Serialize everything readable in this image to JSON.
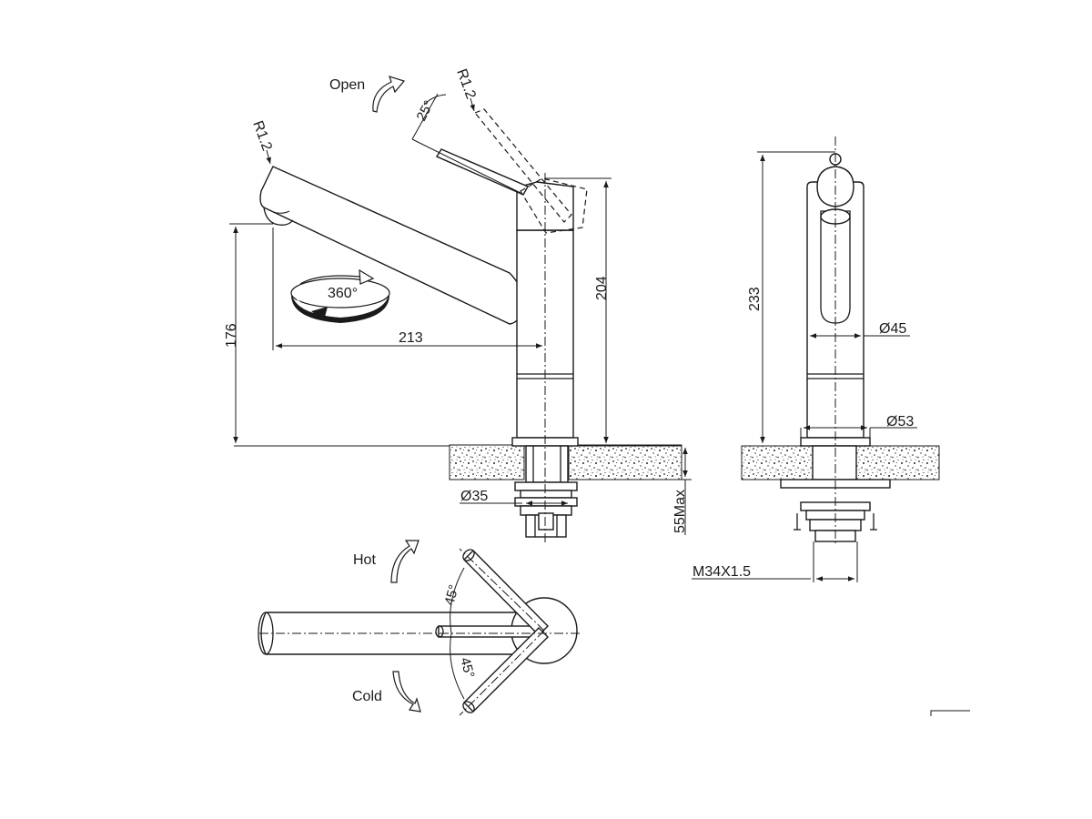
{
  "front_view": {
    "open_label": "Open",
    "lever_radius": "R1.2",
    "spout_radius": "R1.2",
    "lever_angle": "25°",
    "rotation": "360°",
    "spout_reach": "213",
    "spout_height": "176",
    "total_height": "204",
    "hole_diameter": "Ø35",
    "max_thickness": "55Max"
  },
  "side_view": {
    "total_height": "233",
    "body_diameter": "Ø45",
    "base_diameter": "Ø53",
    "thread": "M34X1.5"
  },
  "top_view": {
    "hot_label": "Hot",
    "cold_label": "Cold",
    "hot_angle": "45°",
    "cold_angle": "45°"
  }
}
